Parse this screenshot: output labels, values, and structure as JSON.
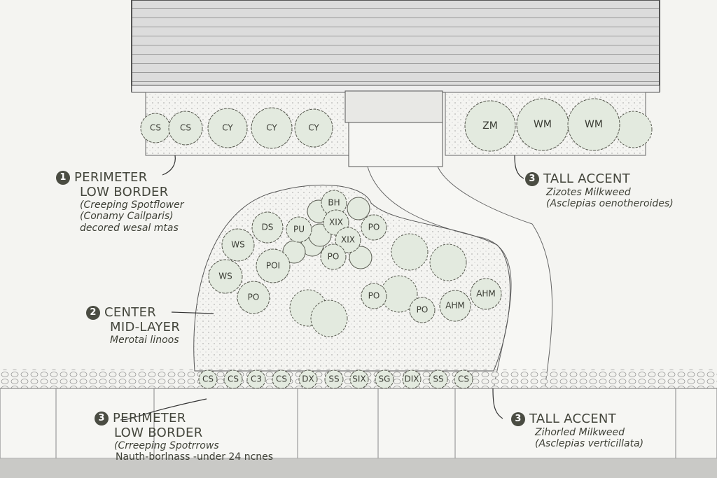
{
  "labels": {
    "perimeter_top": {
      "num": "1",
      "line1": "PERIMETER",
      "line2": "LOW BORDER",
      "sub1": "(Creeping Spotflower",
      "sub2": "(Conamy Cailparis)",
      "sub3": "decored wesal mtas"
    },
    "tall_top": {
      "num": "3",
      "line1": "TALL ACCENT",
      "sub1": "Zizotes Milkweed",
      "sub2": "(Asclepias oenotheroides)"
    },
    "center": {
      "num": "2",
      "line1": "CENTER",
      "line2": "MID-LAYER",
      "sub1": "Merotai linoos"
    },
    "perimeter_bottom": {
      "num": "3",
      "line1": "PERIMETER",
      "line2": "LOW BORDER",
      "sub1": "(Crreeping Spotrrows",
      "sub2": "Nauth-borlnass -under 24 ncnes"
    },
    "tall_bottom": {
      "num": "3",
      "line1": "TALL ACCENT",
      "sub1": "Zihorled Milkweed",
      "sub2": "(Asclepias verticillata)"
    }
  },
  "plants": {
    "top_left": [
      "CS",
      "CS",
      "CY",
      "CY",
      "CY"
    ],
    "top_right": [
      "ZM",
      "WM",
      "WM"
    ],
    "center_cluster": [
      "BH",
      "PU",
      "XIX",
      "PO",
      "XIX",
      "PO"
    ],
    "left_group": [
      "DS",
      "WS",
      "POI",
      "WS",
      "PO"
    ],
    "right_group": [
      "PO",
      "PO",
      "AHM",
      "AHM"
    ],
    "bottom_row": [
      "CS",
      "CS",
      "C3",
      "CS",
      "DX",
      "SS",
      "SIX",
      "SG",
      "DIX",
      "SS",
      "CS"
    ]
  },
  "colors": {
    "foliage": "#e3eadf",
    "stroke": "#55574d",
    "badge": "#4a4c42"
  }
}
